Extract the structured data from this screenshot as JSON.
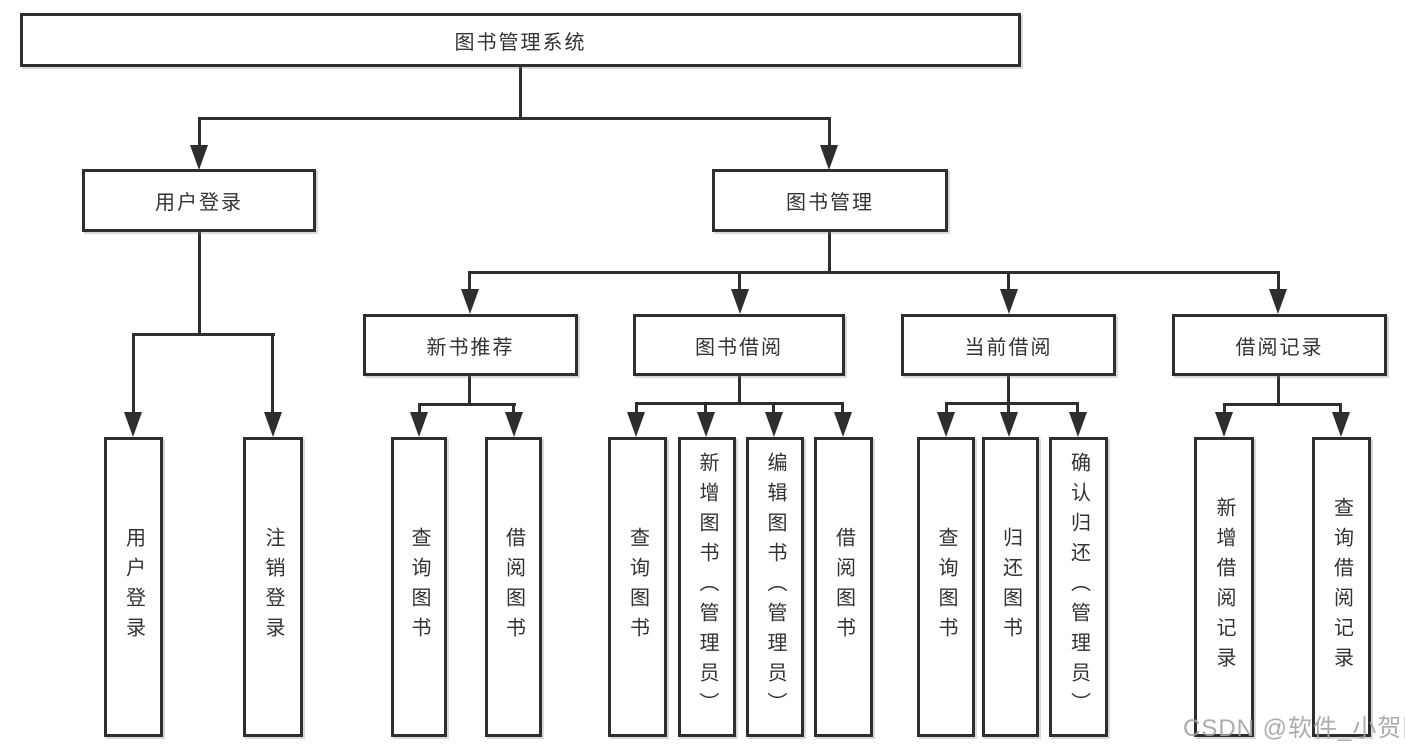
{
  "diagram_title": "图书管理系统",
  "colors": {
    "line": "#2e2e2e",
    "text": "#333333",
    "background": "#ffffff",
    "watermark": "#a5a5a5"
  },
  "nodes": {
    "root": "图书管理系统",
    "user_login": "用户登录",
    "book_mgmt": "图书管理",
    "new_book_rec": "新书推荐",
    "book_borrow": "图书借阅",
    "current_borrow": "当前借阅",
    "borrow_records": "借阅记录",
    "leaf_user_login": "用户登录",
    "leaf_logout": "注销登录",
    "rec_query_book": "查询图书",
    "rec_borrow_book": "借阅图书",
    "bb_query_book": "查询图书",
    "bb_add_book": "新增图书（管理员）",
    "bb_edit_book": "编辑图书（管理员）",
    "bb_borrow_book": "借阅图书",
    "cb_query_book": "查询图书",
    "cb_return_book": "归还图书",
    "cb_confirm_return": "确认归还（管理员）",
    "br_add_record": "新增借阅记录",
    "br_query_record": "查询借阅记录"
  },
  "structure": {
    "root": [
      "user_login",
      "book_mgmt"
    ],
    "user_login": [
      "leaf_user_login",
      "leaf_logout"
    ],
    "book_mgmt": [
      "new_book_rec",
      "book_borrow",
      "current_borrow",
      "borrow_records"
    ],
    "new_book_rec": [
      "rec_query_book",
      "rec_borrow_book"
    ],
    "book_borrow": [
      "bb_query_book",
      "bb_add_book",
      "bb_edit_book",
      "bb_borrow_book"
    ],
    "current_borrow": [
      "cb_query_book",
      "cb_return_book",
      "cb_confirm_return"
    ],
    "borrow_records": [
      "br_add_record",
      "br_query_record"
    ]
  },
  "watermark": {
    "text": "CSDN @软件_小贺同学"
  }
}
